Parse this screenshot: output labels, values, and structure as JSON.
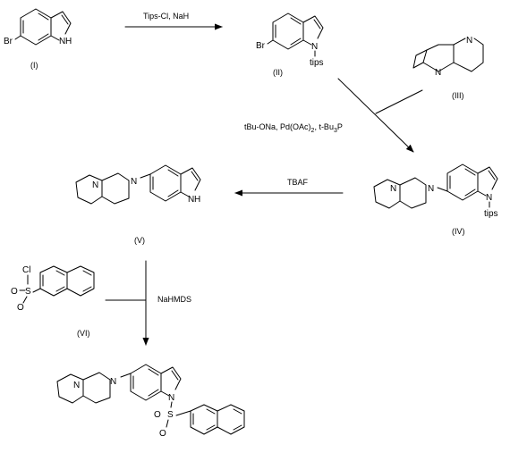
{
  "compounds": {
    "c1": {
      "label": "(I)",
      "atoms": {
        "br": "Br",
        "nh": "N",
        "h": "H"
      }
    },
    "c2": {
      "label": "(II)",
      "atoms": {
        "br": "Br",
        "n": "N",
        "sub": "tips"
      }
    },
    "c3": {
      "label": "(III)",
      "atoms": {
        "n1": "N",
        "n2": "N"
      }
    },
    "c4": {
      "label": "(IV)",
      "atoms": {
        "n1": "N",
        "n2": "N",
        "n3": "N",
        "sub": "tips"
      }
    },
    "c5": {
      "label": "(V)",
      "atoms": {
        "n1": "N",
        "n2": "N",
        "nh": "N",
        "h": "H"
      }
    },
    "c6": {
      "label": "(VI)",
      "atoms": {
        "cl": "Cl",
        "s": "S",
        "o1": "O",
        "o2": "O"
      }
    },
    "c7": {
      "label": "",
      "atoms": {
        "n1": "N",
        "n2": "N",
        "n3": "N",
        "s": "S",
        "o1": "O",
        "o2": "O"
      }
    }
  },
  "conditions": {
    "step1": "Tips-Cl,  NaH",
    "step2_a": "tBu-ONa, Pd(OAc)",
    "step2_sub1": "2",
    "step2_b": ", t-Bu",
    "step2_sub2": "3",
    "step2_c": "P",
    "step3": "TBAF",
    "step4": "NaHMDS"
  },
  "colors": {
    "ink": "#000000",
    "background": "#ffffff"
  }
}
